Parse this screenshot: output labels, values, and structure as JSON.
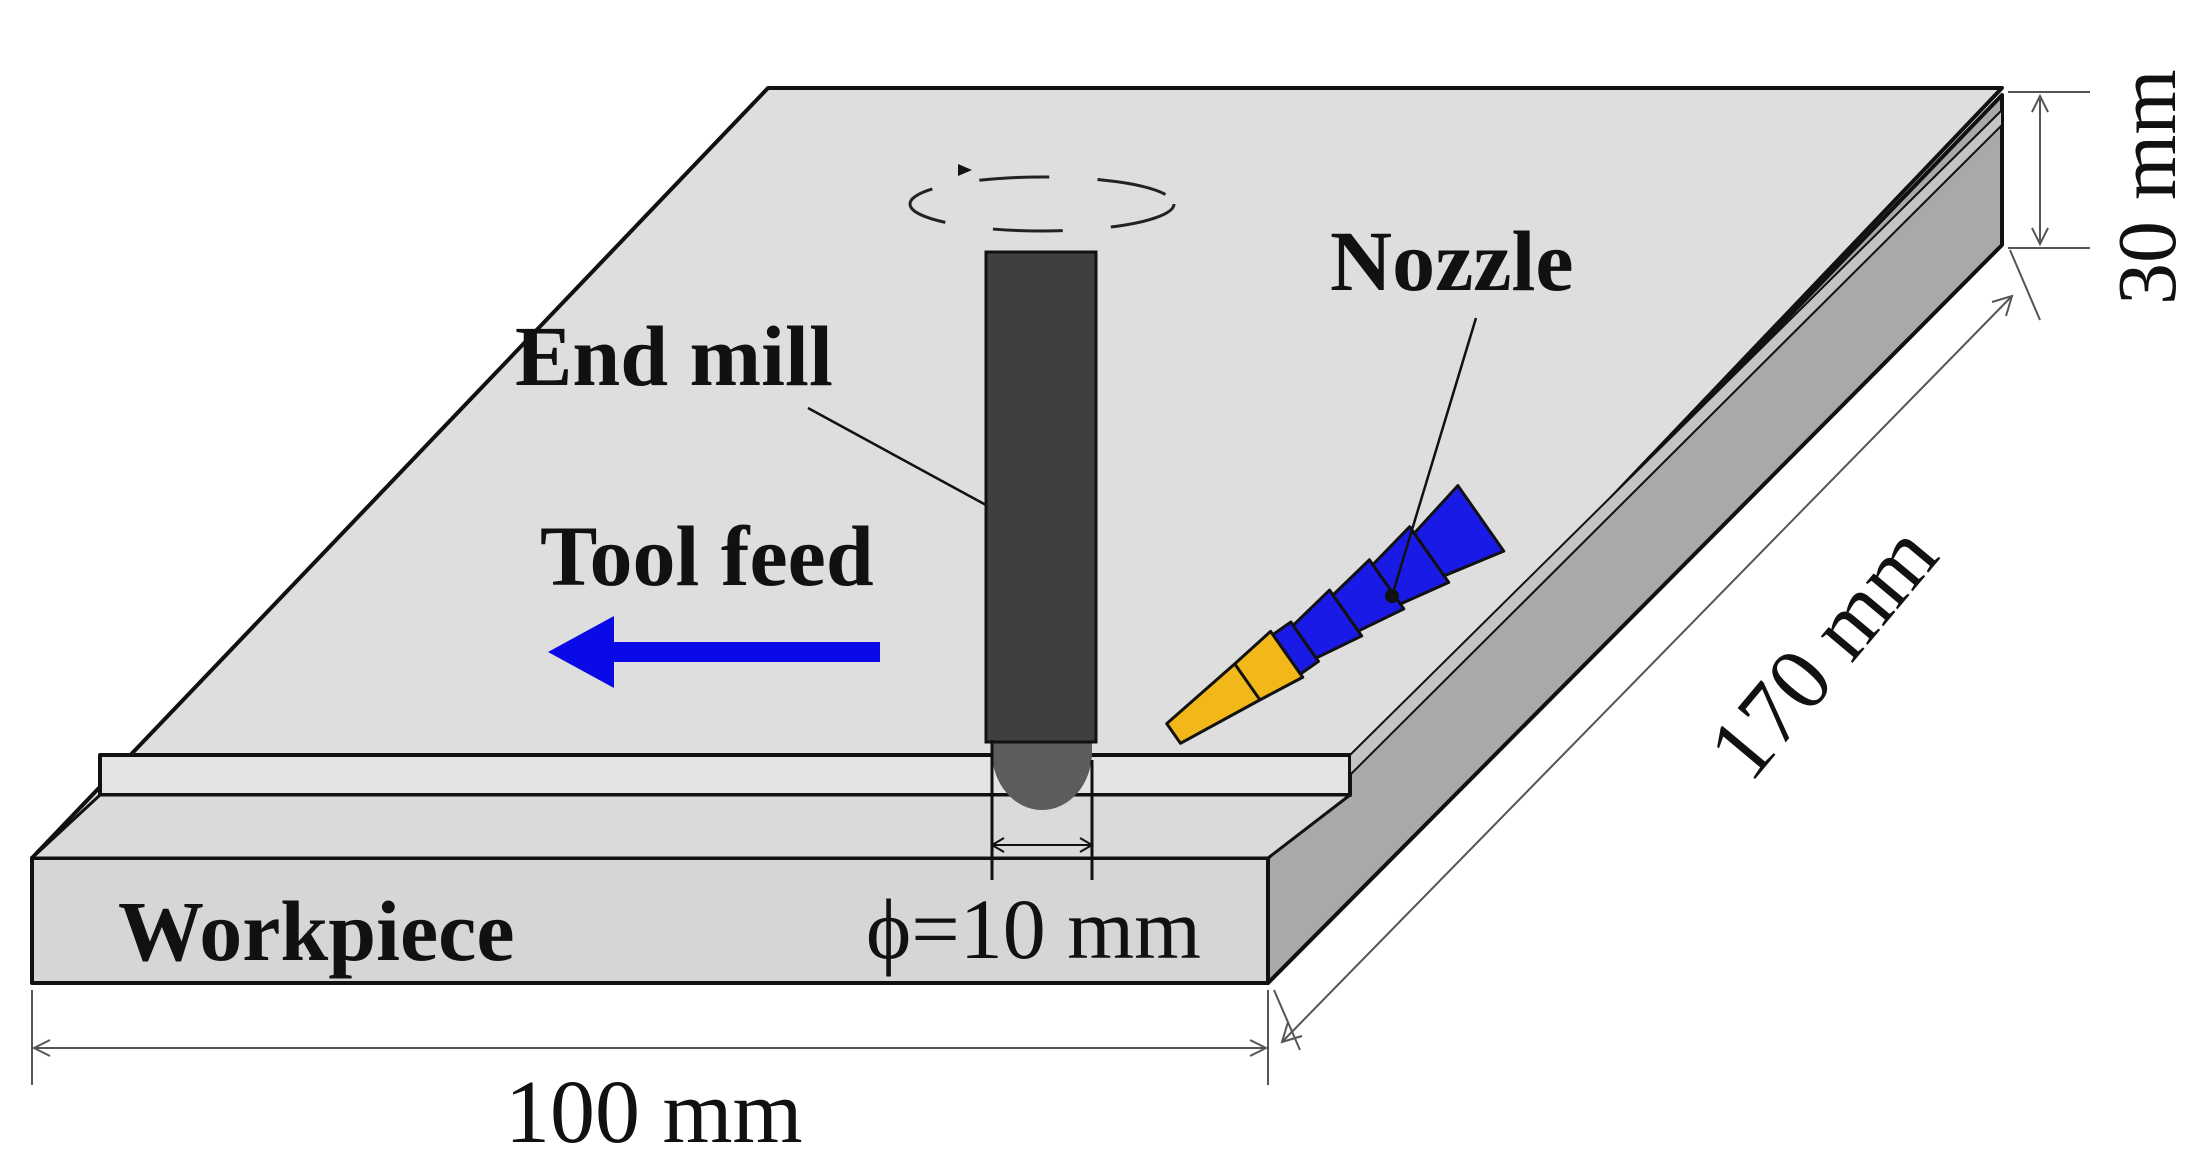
{
  "labels": {
    "end_mill": "End mill",
    "nozzle": "Nozzle",
    "tool_feed": "Tool feed",
    "workpiece": "Workpiece",
    "diameter": "ϕ=10 mm",
    "width": "100 mm",
    "length": "170 mm",
    "height": "30 mm"
  },
  "colors": {
    "plate_top": "#dedede",
    "plate_side": "#a9a9a9",
    "plate_front": "#d6d6d6",
    "end_mill": "#3f3f3f",
    "end_mill_tip": "#5c5c5c",
    "nozzle_body": "#1a1ae6",
    "nozzle_tip": "#f2b81a",
    "feed_arrow": "#0a0ae6"
  }
}
